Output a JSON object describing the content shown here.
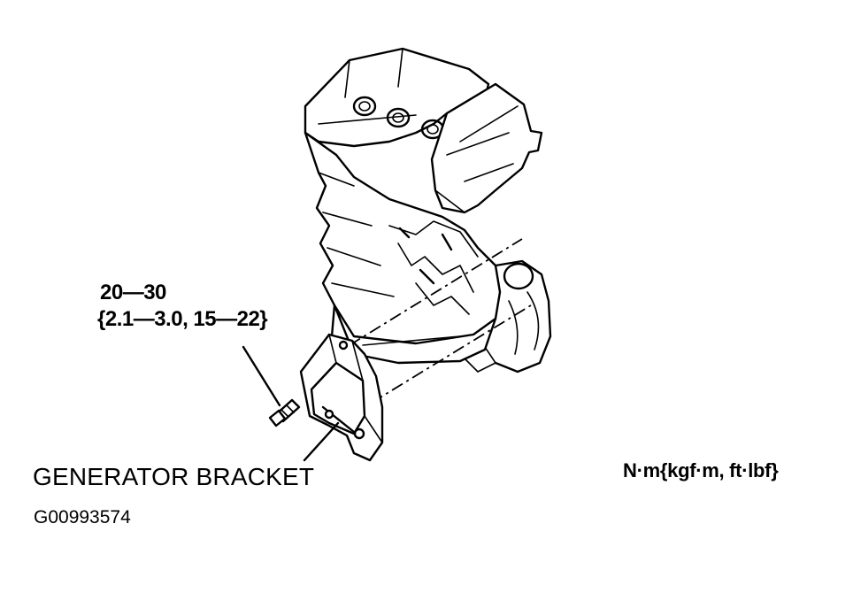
{
  "diagram": {
    "torque_spec": {
      "range": "20—30",
      "alternate_units": "{2.1—3.0, 15—22}"
    },
    "part_label": "GENERATOR BRACKET",
    "figure_code": "G00993574",
    "units_note": "N·m{kgf·m, ft·lbf}"
  }
}
